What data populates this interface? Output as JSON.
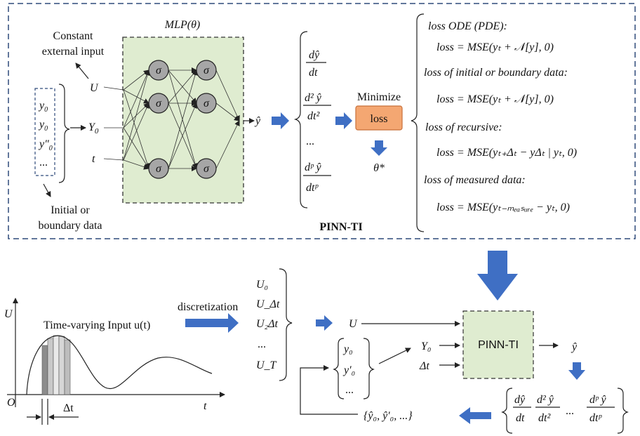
{
  "colors": {
    "frame": "#2e4a7a",
    "mlp_fill": "#dfecd0",
    "mlp_border": "#333333",
    "node_fill": "#a6a6a6",
    "loss_fill": "#f4a772",
    "loss_border": "#c8703a",
    "arrow_blue": "#3f6fc4",
    "pinn_fill": "#dfecd0"
  },
  "top": {
    "mlp_title": "MLP(θ)",
    "node_symbol": "σ",
    "constant_label_1": "Constant",
    "constant_label_2": "external input",
    "initial_label_1": "Initial or",
    "initial_label_2": "boundary data",
    "vector_items": [
      "y",
      "y",
      "y″",
      "..."
    ],
    "vector_subs": [
      "0",
      "0",
      "0",
      ""
    ],
    "inputs": [
      "U",
      "Y",
      "t"
    ],
    "input_subs": [
      "",
      "0",
      ""
    ],
    "output": "ŷ",
    "derivatives": [
      {
        "num": "dŷ",
        "den": "dt"
      },
      {
        "num": "d² ŷ",
        "den": "dt²"
      },
      {
        "num": "...",
        "den": ""
      },
      {
        "num": "dᵖ ŷ",
        "den": "dtᵖ"
      }
    ],
    "minimize_label": "Minimize",
    "loss_button": "loss",
    "theta_star": "θ*",
    "pinn_label": "PINN-TI"
  },
  "losses": [
    {
      "heading": "loss ODE (PDE):",
      "formula": "loss = MSE(yₜ + 𝒩[y], 0)"
    },
    {
      "heading": "loss of initial or boundary data:",
      "formula": "loss = MSE(yₜ + 𝒩[y], 0)"
    },
    {
      "heading": "loss of recursive:",
      "formula": "loss = MSE(yₜ₊Δₜ − yΔₜ | yₜ, 0)"
    },
    {
      "heading": "loss of measured data:",
      "formula": "loss = MSE(yₜ₋ₘₑₐₛᵤᵣₑ − yₜ, 0)"
    }
  ],
  "bottom": {
    "axis_y": "U",
    "axis_x": "t",
    "origin": "O",
    "input_label": "Time-varying Input  u(t)",
    "delta_t": "Δt",
    "discretization": "discretization",
    "u_list": [
      "U₀",
      "U_Δt",
      "U₂Δt",
      "...",
      "U_T"
    ],
    "u_out": "U",
    "init_vec": [
      "y₀",
      "y′₀",
      "..."
    ],
    "y0": "Y₀",
    "dt": "Δt",
    "pinn_box": "PINN-TI",
    "out": "ŷ",
    "feedback_set": "{ŷ₀, ŷ′₀, ...}",
    "deriv_set": [
      {
        "num": "dŷ",
        "den": "dt"
      },
      {
        "num": "d² ŷ",
        "den": "dt²"
      },
      {
        "num": "...",
        "den": ""
      },
      {
        "num": "dᵖ ŷ",
        "den": "dtᵖ"
      }
    ]
  }
}
